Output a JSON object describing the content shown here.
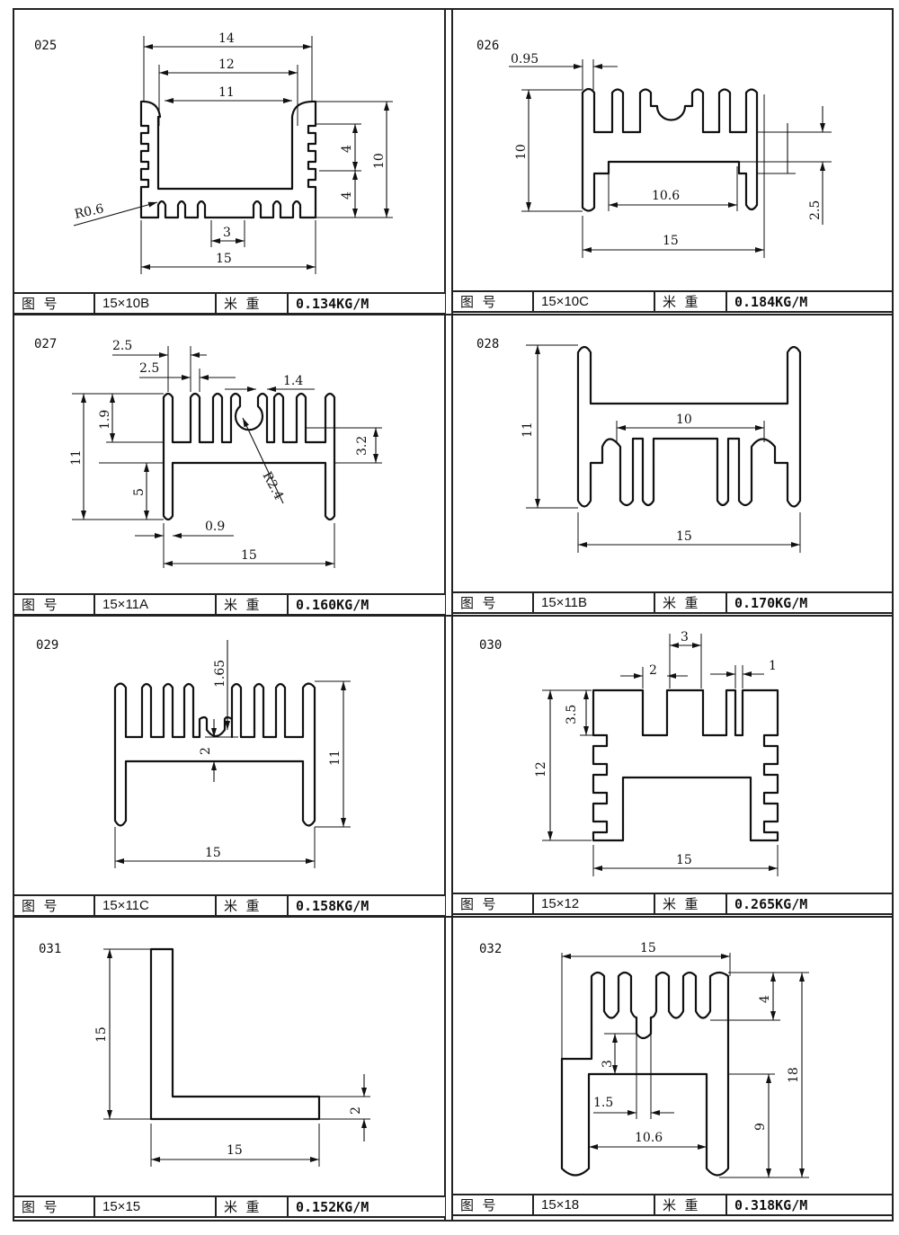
{
  "footer_labels": {
    "drawing_no": "图  号",
    "unit_weight": "米  重"
  },
  "panels": [
    {
      "id": "025",
      "model": "15×10B",
      "weight": "0.134KG/M",
      "dims": [
        "14",
        "12",
        "11",
        "4",
        "4",
        "10",
        "R0.6",
        "3",
        "15"
      ]
    },
    {
      "id": "026",
      "model": "15×10C",
      "weight": "0.184KG/M",
      "dims": [
        "0.95",
        "10",
        "10.6",
        "15",
        "2.5"
      ]
    },
    {
      "id": "027",
      "model": "15×11A",
      "weight": "0.160KG/M",
      "dims": [
        "2.5",
        "2.5",
        "1.4",
        "1.9",
        "11",
        "5",
        "3.2",
        "R2.4",
        "0.9",
        "15"
      ]
    },
    {
      "id": "028",
      "model": "15×11B",
      "weight": "0.170KG/M",
      "dims": [
        "11",
        "10",
        "15"
      ]
    },
    {
      "id": "029",
      "model": "15×11C",
      "weight": "0.158KG/M",
      "dims": [
        "1.65",
        "2",
        "11",
        "15"
      ]
    },
    {
      "id": "030",
      "model": "15×12",
      "weight": "0.265KG/M",
      "dims": [
        "3",
        "2",
        "1",
        "3.5",
        "12",
        "15"
      ]
    },
    {
      "id": "031",
      "model": "15×15",
      "weight": "0.152KG/M",
      "dims": [
        "15",
        "2",
        "15"
      ]
    },
    {
      "id": "032",
      "model": "15×18",
      "weight": "0.318KG/M",
      "dims": [
        "15",
        "4",
        "18",
        "3",
        "1.5",
        "10.6",
        "9"
      ]
    }
  ]
}
